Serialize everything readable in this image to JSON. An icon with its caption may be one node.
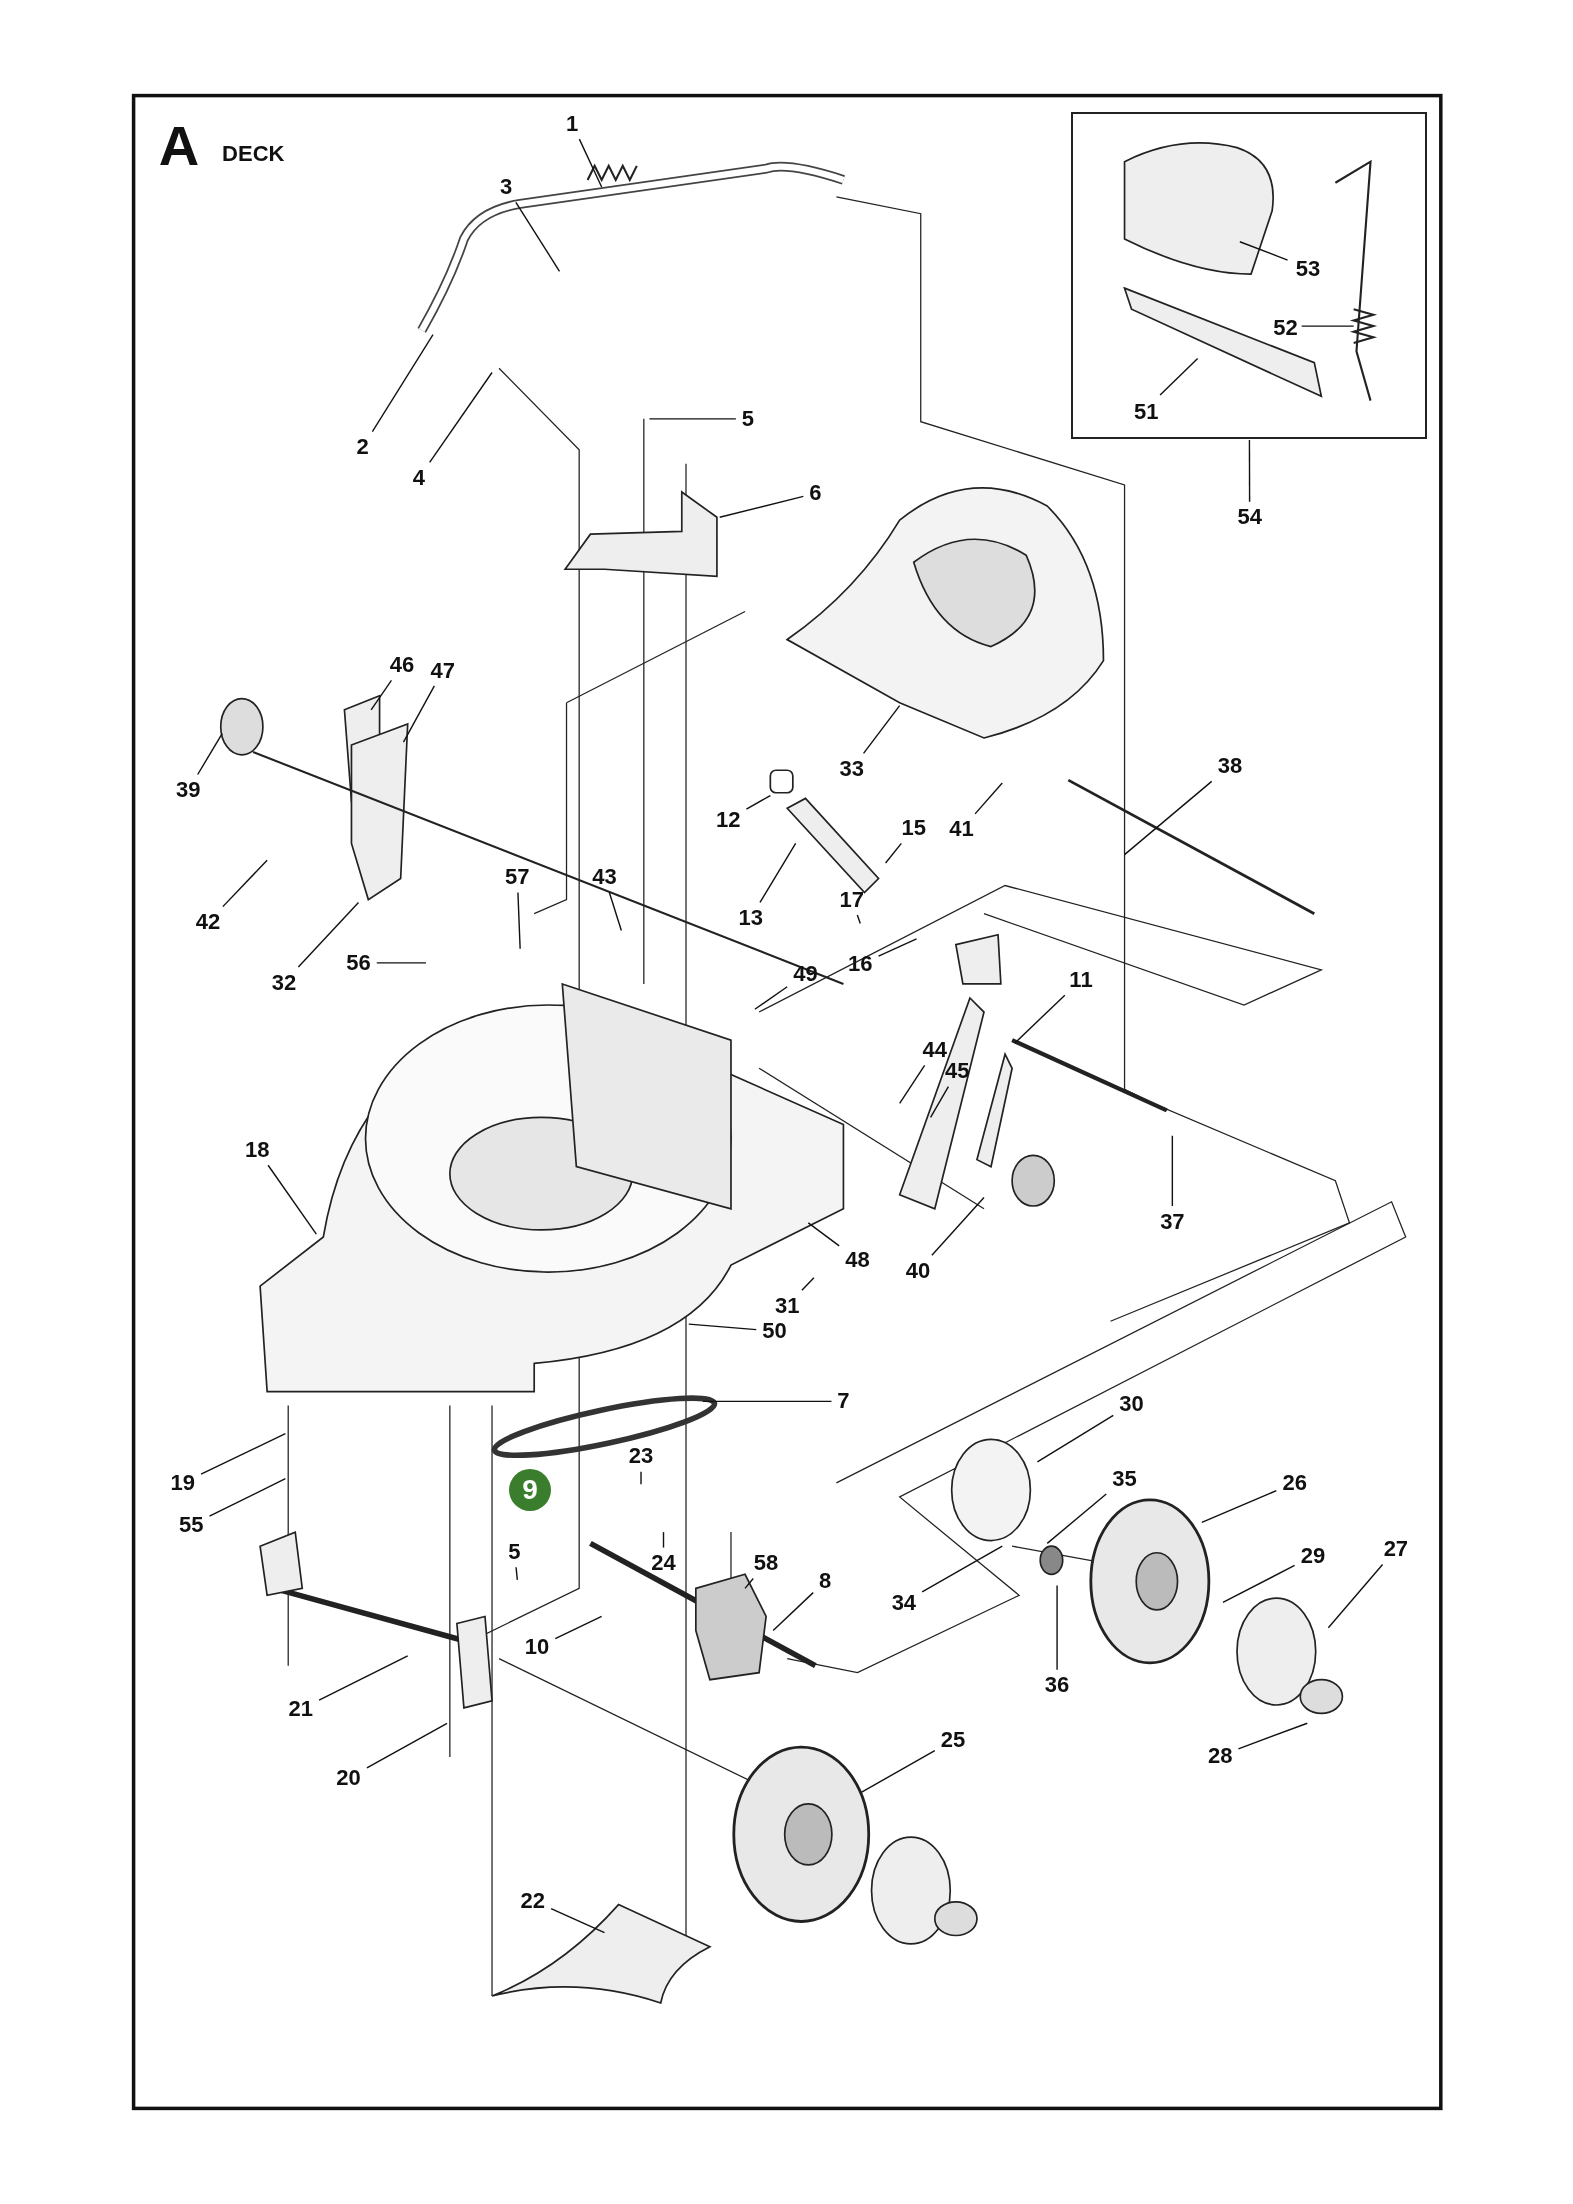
{
  "diagram": {
    "title": "DECK",
    "labels": [
      "A"
    ],
    "nodes": [
      {
        "text": [
          "1"
        ]
      },
      {
        "text": [],
        "shape": "box"
      },
      {
        "text": [
          "53"
        ],
        "in": 1
      },
      {
        "text": [
          "52"
        ],
        "in": 1
      },
      {
        "text": [
          "51"
        ],
        "in": 1
      },
      {
        "text": [
          "3"
        ]
      },
      {
        "text": [
          "2"
        ]
      },
      {
        "text": [
          "5"
        ]
      },
      {
        "text": [
          "4"
        ]
      },
      {
        "text": [
          "6"
        ]
      },
      {
        "text": [
          "54"
        ]
      },
      {
        "text": [
          "46"
        ]
      },
      {
        "text": [
          "47"
        ]
      },
      {
        "text": [
          "33"
        ]
      },
      {
        "text": [
          "38"
        ]
      },
      {
        "text": [
          "39"
        ]
      },
      {
        "text": [
          "12"
        ]
      },
      {
        "text": [
          "15"
        ]
      },
      {
        "text": [
          "41"
        ]
      },
      {
        "text": [
          "17"
        ]
      },
      {
        "text": [
          "57"
        ]
      },
      {
        "text": [
          "43"
        ]
      },
      {
        "text": [
          "13"
        ]
      },
      {
        "text": [
          "42"
        ]
      },
      {
        "text": [
          "56"
        ]
      },
      {
        "text": [
          "16"
        ]
      },
      {
        "text": [
          "11"
        ]
      },
      {
        "text": [
          "32"
        ]
      },
      {
        "text": [
          "49"
        ]
      },
      {
        "text": [
          "44"
        ]
      },
      {
        "text": [
          "45"
        ]
      },
      {
        "text": [
          "18"
        ]
      },
      {
        "text": [
          "37"
        ]
      },
      {
        "text": [
          "48"
        ]
      },
      {
        "text": [
          "40"
        ]
      },
      {
        "text": [
          "31"
        ]
      },
      {
        "text": [
          "50"
        ]
      },
      {
        "text": [
          "7"
        ]
      },
      {
        "text": [
          "30"
        ]
      },
      {
        "text": [
          "23"
        ]
      },
      {
        "text": [
          "19"
        ]
      },
      {
        "text": [
          "26"
        ]
      },
      {
        "text": [
          "9"
        ]
      },
      {
        "text": [
          "35"
        ]
      },
      {
        "text": [
          "55"
        ]
      },
      {
        "text": [
          "27"
        ]
      },
      {
        "text": [
          "5"
        ]
      },
      {
        "text": [
          "29"
        ]
      },
      {
        "text": [
          "24"
        ]
      },
      {
        "text": [
          "58"
        ]
      },
      {
        "text": [
          "8"
        ]
      },
      {
        "text": [
          "34"
        ]
      },
      {
        "text": [
          "10"
        ]
      },
      {
        "text": [
          "36"
        ]
      },
      {
        "text": [
          "21"
        ]
      },
      {
        "text": [
          "20"
        ]
      },
      {
        "text": [
          "25"
        ]
      },
      {
        "text": [
          "28"
        ]
      },
      {
        "text": [
          "22"
        ]
      }
    ],
    "edges": [
      {
        "from": 0,
        "to": null,
        "arrow": "none"
      },
      {
        "from": 2,
        "to": null,
        "arrow": "none"
      },
      {
        "from": 3,
        "to": null,
        "arrow": "none"
      },
      {
        "from": 4,
        "to": null,
        "arrow": "none"
      },
      {
        "from": 5,
        "to": null,
        "arrow": "none"
      },
      {
        "from": 6,
        "to": null,
        "arrow": "none"
      },
      {
        "from": 7,
        "to": null,
        "arrow": "none"
      },
      {
        "from": 8,
        "to": null,
        "arrow": "none"
      },
      {
        "from": 9,
        "to": null,
        "arrow": "none"
      },
      {
        "from": 10,
        "to": 1,
        "arrow": "none"
      },
      {
        "from": 11,
        "to": null,
        "arrow": "none"
      },
      {
        "from": 12,
        "to": null,
        "arrow": "none"
      },
      {
        "from": 13,
        "to": null,
        "arrow": "none"
      },
      {
        "from": 14,
        "to": null,
        "arrow": "none"
      },
      {
        "from": 15,
        "to": null,
        "arrow": "none"
      },
      {
        "from": 16,
        "to": null,
        "arrow": "none"
      },
      {
        "from": 17,
        "to": null,
        "arrow": "none"
      },
      {
        "from": 18,
        "to": null,
        "arrow": "none"
      },
      {
        "from": 19,
        "to": null,
        "arrow": "none"
      },
      {
        "from": 20,
        "to": null,
        "arrow": "none"
      },
      {
        "from": 21,
        "to": null,
        "arrow": "none"
      },
      {
        "from": 22,
        "to": null,
        "arrow": "none"
      },
      {
        "from": 23,
        "to": null,
        "arrow": "none"
      },
      {
        "from": 24,
        "to": null,
        "arrow": "none"
      },
      {
        "from": 25,
        "to": null,
        "arrow": "none"
      },
      {
        "from": 26,
        "to": null,
        "arrow": "none"
      },
      {
        "from": 27,
        "to": null,
        "arrow": "none"
      },
      {
        "from": 28,
        "to": null,
        "arrow": "none"
      },
      {
        "from": 29,
        "to": null,
        "arrow": "none"
      },
      {
        "from": 30,
        "to": null,
        "arrow": "none"
      },
      {
        "from": 31,
        "to": null,
        "arrow": "none"
      },
      {
        "from": 32,
        "to": null,
        "arrow": "none"
      },
      {
        "from": 33,
        "to": null,
        "arrow": "none"
      },
      {
        "from": 34,
        "to": null,
        "arrow": "none"
      },
      {
        "from": 35,
        "to": null,
        "arrow": "none"
      },
      {
        "from": 36,
        "to": null,
        "arrow": "none"
      },
      {
        "from": 37,
        "to": null,
        "arrow": "none"
      },
      {
        "from": 38,
        "to": null,
        "arrow": "none"
      },
      {
        "from": 39,
        "to": null,
        "arrow": "none"
      },
      {
        "from": 40,
        "to": null,
        "arrow": "none"
      },
      {
        "from": 41,
        "to": null,
        "arrow": "none"
      },
      {
        "from": 43,
        "to": null,
        "arrow": "none"
      },
      {
        "from": 44,
        "to": null,
        "arrow": "none"
      },
      {
        "from": 45,
        "to": null,
        "arrow": "none"
      },
      {
        "from": 46,
        "to": null,
        "arrow": "none"
      },
      {
        "from": 47,
        "to": null,
        "arrow": "none"
      },
      {
        "from": 48,
        "to": null,
        "arrow": "none"
      },
      {
        "from": 49,
        "to": null,
        "arrow": "none"
      },
      {
        "from": 50,
        "to": null,
        "arrow": "none"
      },
      {
        "from": 51,
        "to": null,
        "arrow": "none"
      },
      {
        "from": 52,
        "to": null,
        "arrow": "none"
      },
      {
        "from": 53,
        "to": null,
        "arrow": "none"
      },
      {
        "from": 54,
        "to": null,
        "arrow": "none"
      },
      {
        "from": 55,
        "to": null,
        "arrow": "none"
      },
      {
        "from": 56,
        "to": null,
        "arrow": "none"
      },
      {
        "from": 57,
        "to": null,
        "arrow": "none"
      },
      {
        "from": 58,
        "to": null,
        "arrow": "none"
      }
    ]
  }
}
